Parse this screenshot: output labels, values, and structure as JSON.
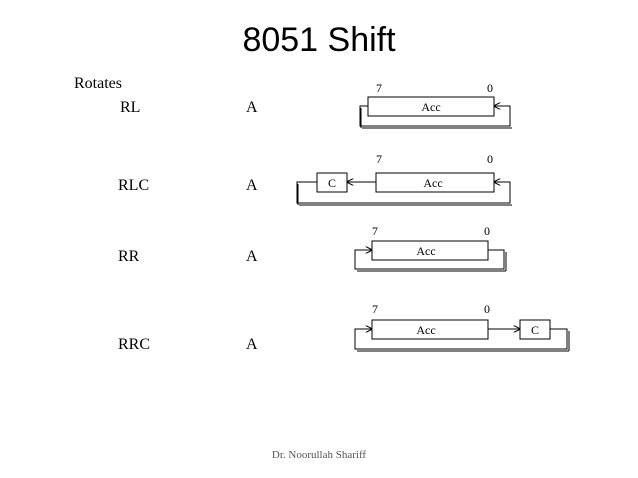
{
  "slide": {
    "title": "8051 Shift",
    "section_label": "Rotates",
    "footer": "Dr. Noorullah Shariff"
  },
  "instructions": [
    {
      "mnemonic": "RL",
      "operand": "A",
      "high_bit": "7",
      "low_bit": "0",
      "register": "Acc"
    },
    {
      "mnemonic": "RLC",
      "operand": "A",
      "high_bit": "7",
      "low_bit": "0",
      "register": "Acc",
      "carry": "C"
    },
    {
      "mnemonic": "RR",
      "operand": "A",
      "high_bit": "7",
      "low_bit": "0",
      "register": "Acc"
    },
    {
      "mnemonic": "RRC",
      "operand": "A",
      "high_bit": "7",
      "low_bit": "0",
      "register": "Acc",
      "carry": "C"
    }
  ]
}
